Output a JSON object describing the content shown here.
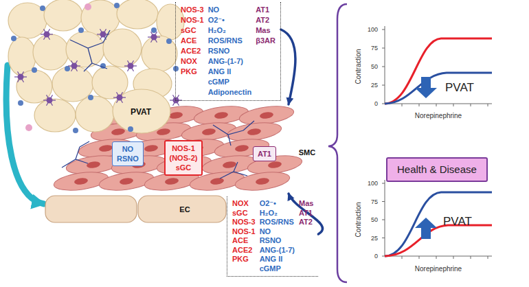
{
  "diagram": {
    "nodes": [
      {
        "text": [
          "PVAT"
        ]
      },
      {
        "text": [
          "NOS-3",
          "NOS-1",
          "sGC",
          "ACE",
          "ACE2",
          "NOX",
          "PKG",
          "NO",
          "O2⁻•",
          "H₂O₂",
          "ROS/RNS",
          "RSNO",
          "ANG-(1-7)",
          "ANG II",
          "cGMP",
          "Adiponectin",
          "AT1",
          "AT2",
          "Mas",
          "β3AR"
        ]
      },
      {
        "text": [
          "SMC"
        ]
      },
      {
        "text": [
          "NO",
          "RSNO"
        ],
        "in": 2
      },
      {
        "text": [
          "NOS-1",
          "(NOS-2)",
          "sGC"
        ],
        "in": 2
      },
      {
        "text": [
          "AT1"
        ],
        "in": 2
      },
      {
        "text": [
          "EC"
        ]
      },
      {
        "text": [
          "NOX",
          "sGC",
          "NOS-3",
          "NOS-1",
          "ACE",
          "ACE2",
          "PKG",
          "O2⁻•",
          "H₂O₂",
          "ROS/RNS",
          "NO",
          "RSNO",
          "ANG-(1-7)",
          "ANG II",
          "cGMP",
          "Mas",
          "AT1",
          "AT2"
        ]
      },
      {
        "text": [
          "Health & Disease"
        ]
      }
    ],
    "edges": [
      {
        "from": 0,
        "to": 6,
        "arrow": "to"
      },
      {
        "from": 1,
        "to": 2,
        "arrow": "to"
      },
      {
        "from": 7,
        "to": 2,
        "arrow": "to"
      }
    ],
    "labels": [
      "Contraction",
      "100",
      "75",
      "50",
      "25",
      "0",
      "Norepinephrine",
      "PVAT",
      "Contraction",
      "100",
      "75",
      "50",
      "25",
      "0",
      "Norepinephrine",
      "PVAT"
    ]
  }
}
